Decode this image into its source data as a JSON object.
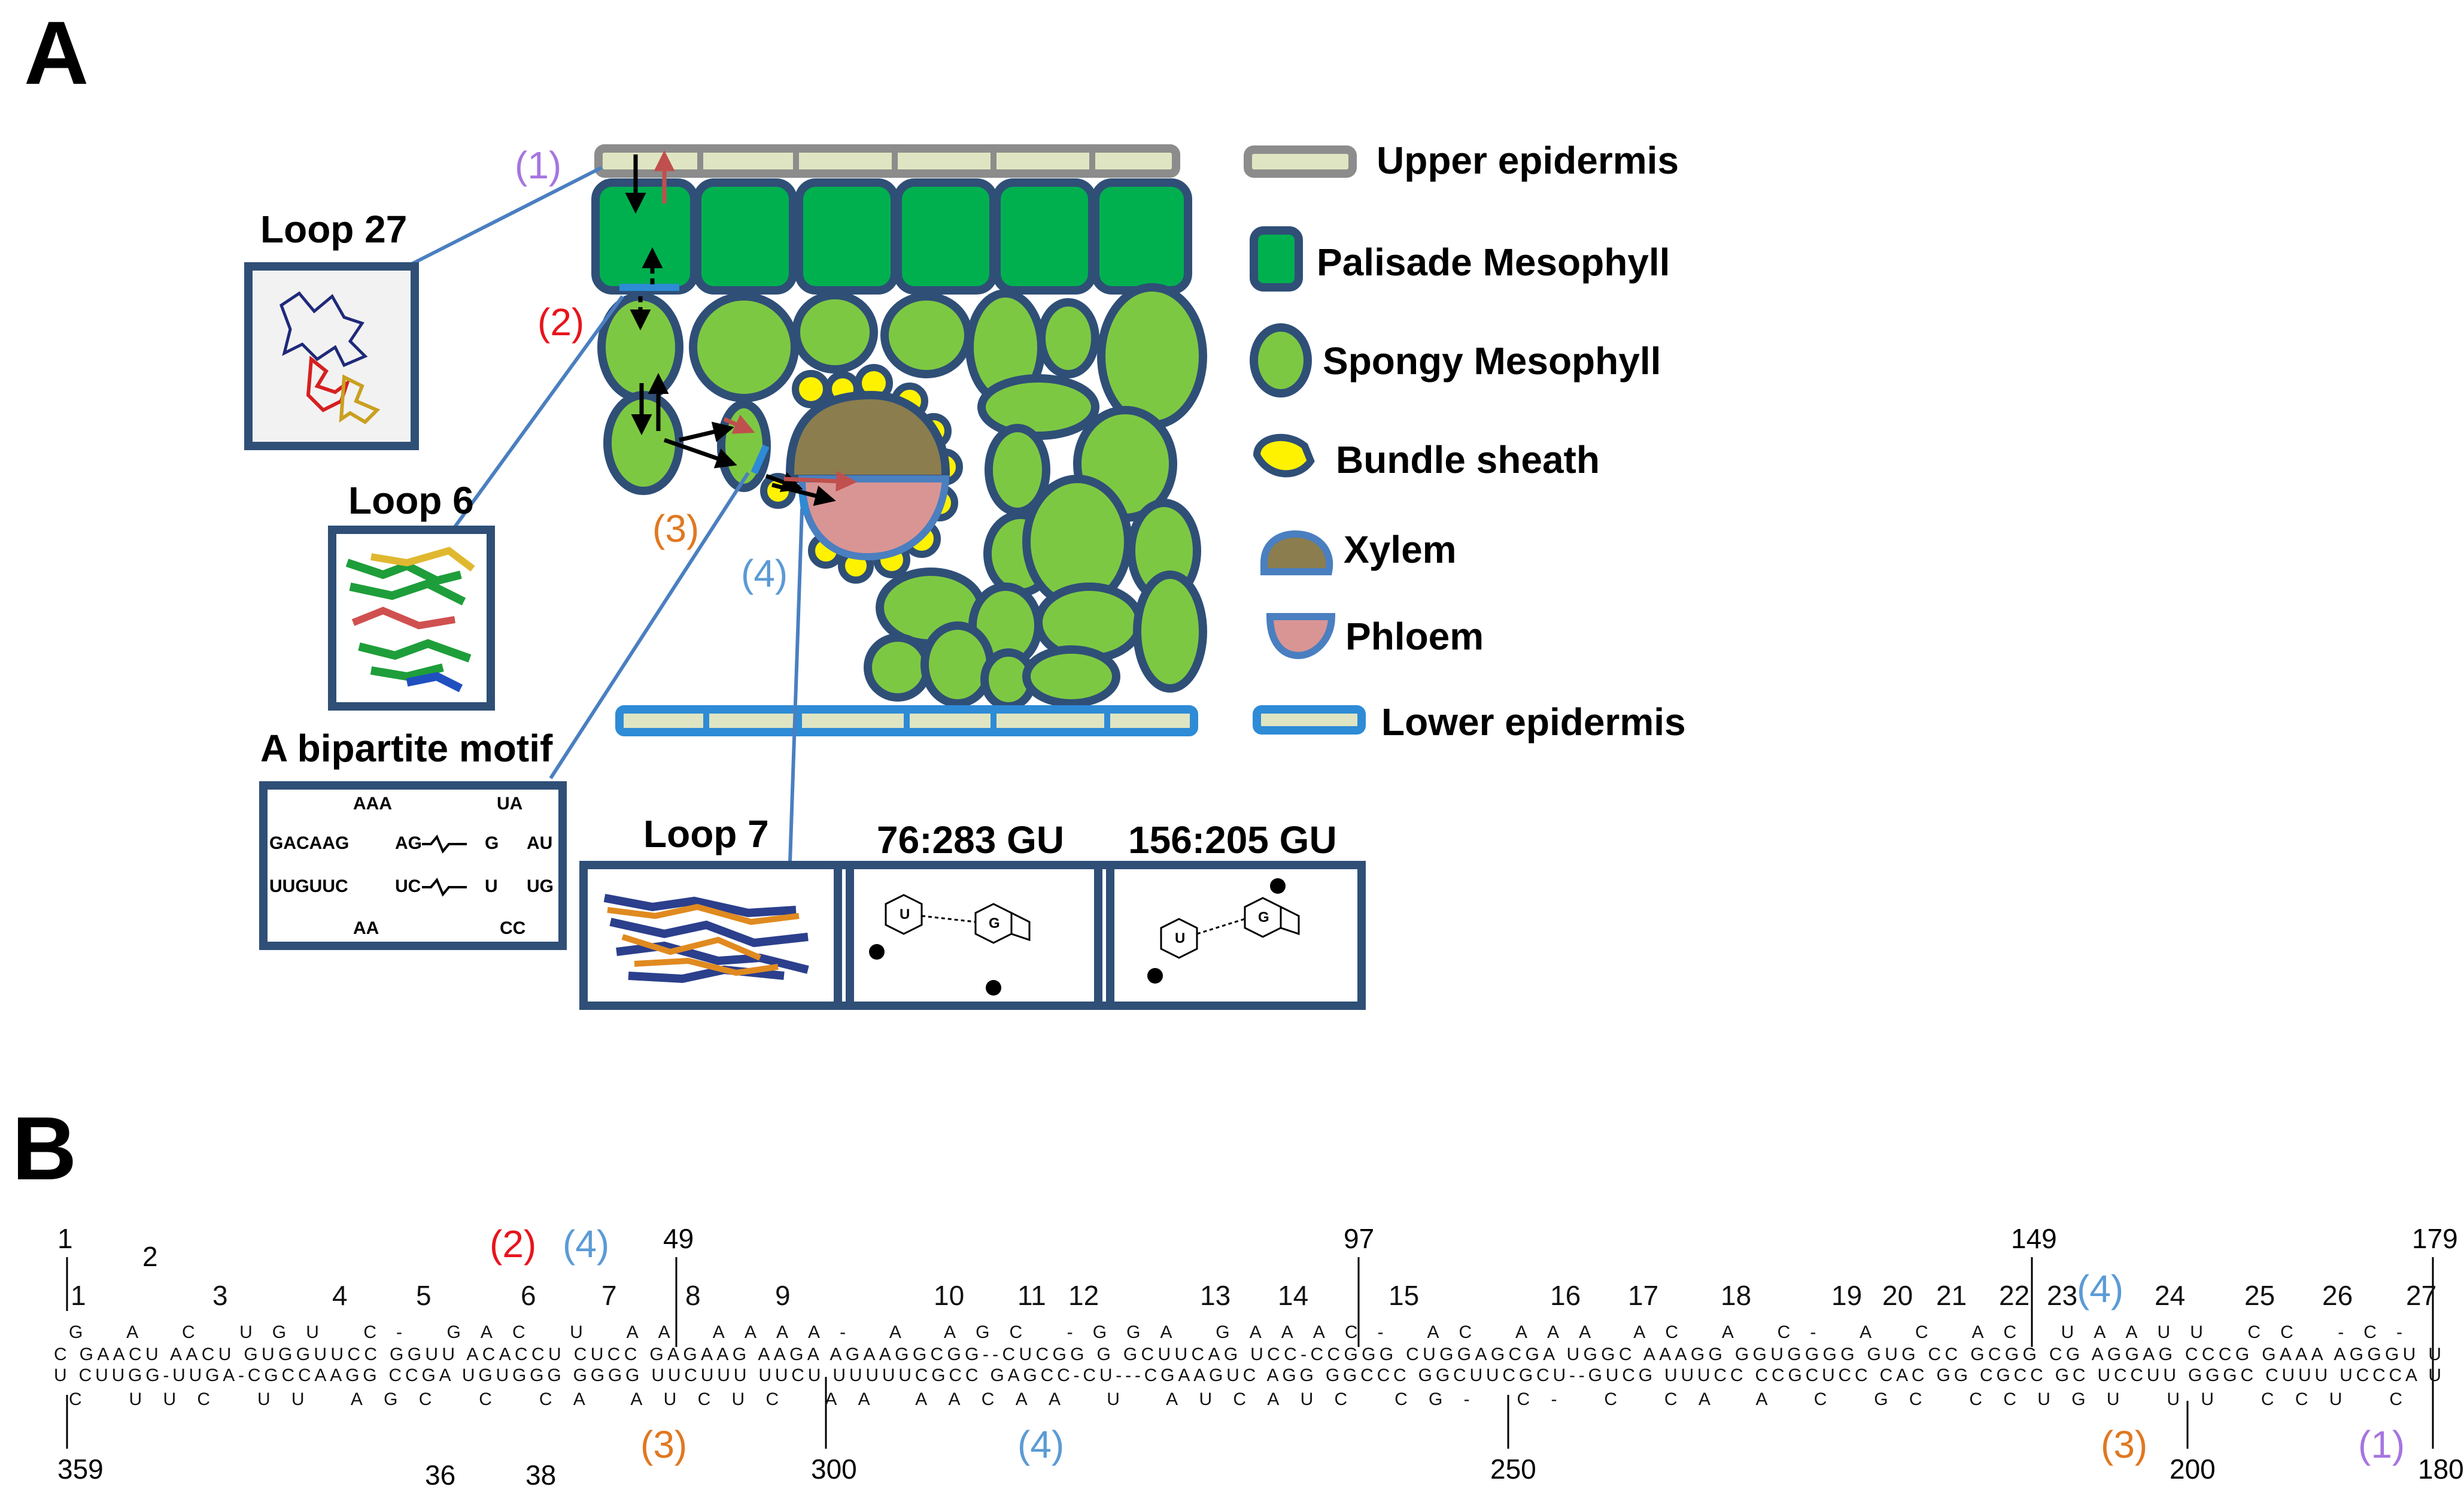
{
  "panels": {
    "a": "A",
    "b": "B"
  },
  "colors": {
    "epidermis_fill": "#dfe5c2",
    "epidermis_stroke": "#8c8c8c",
    "lower_stroke": "#2e8bd6",
    "palisade": "#00b04f",
    "spongy": "#7dc843",
    "cell_stroke": "#2f4f77",
    "bundle_sheath": "#fff200",
    "xylem": "#8b7d4e",
    "phloem": "#d99594",
    "red": "#e8141c",
    "purple": "#a675e0",
    "orange": "#e07820",
    "blue": "#5b9bd5"
  },
  "markers": {
    "m1": "(1)",
    "m2": "(2)",
    "m3": "(3)",
    "m4": "(4)"
  },
  "insets": {
    "loop27": "Loop 27",
    "loop6": "Loop 6",
    "bipartite": "A bipartite motif",
    "loop7": "Loop 7",
    "gu1": "76:283 GU",
    "gu2": "156:205 GU"
  },
  "legend": [
    {
      "label": "Upper epidermis",
      "icon": "upper-epidermis-swatch"
    },
    {
      "label": "Palisade Mesophyll",
      "icon": "palisade-swatch"
    },
    {
      "label": "Spongy Mesophyll",
      "icon": "spongy-swatch"
    },
    {
      "label": "Bundle sheath",
      "icon": "bundle-sheath-swatch"
    },
    {
      "label": "Xylem",
      "icon": "xylem-swatch"
    },
    {
      "label": "Phloem",
      "icon": "phloem-swatch"
    },
    {
      "label": "Lower epidermis",
      "icon": "lower-epidermis-swatch"
    }
  ],
  "motif": {
    "top": [
      "AAA",
      "UA"
    ],
    "row1": [
      "GACAAG",
      "AG",
      "G",
      "AU"
    ],
    "row2": [
      "UUGUUC",
      "UC",
      "U",
      "UG"
    ],
    "bottom": [
      "AA",
      "CC"
    ]
  },
  "base_letters": {
    "u": "U",
    "g": "G"
  },
  "sequence_map": {
    "top_numbers": [
      "1",
      "2",
      "49",
      "97",
      "149",
      "179"
    ],
    "bottom_numbers": [
      "359",
      "36",
      "38",
      "300",
      "250",
      "200",
      "180"
    ],
    "loop_numbers": [
      "1",
      "3",
      "4",
      "5",
      "6",
      "7",
      "8",
      "9",
      "10",
      "11",
      "12",
      "13",
      "14",
      "15",
      "16",
      "17",
      "18",
      "19",
      "20",
      "21",
      "22",
      "23",
      "24",
      "25",
      "26",
      "27"
    ],
    "row_top_loop": "G  A  C  UGU  C-  GAC  U  AA  AAAA-  A  AGC  -GGA  GAAAC-  AC  AAA  AC  A  C-  A  C  AC  UAAUU  CC  -C-",
    "row_top_strand": "C GAACU AACU GUGGUUCC  GGUU  ACACCU  CUCC GAGAAG  AAGA  AGAAGGCGG--CUCGG G GCUUCAG  UCC-CCGGG  CUGGAGCGA UGGC  AAAGG GGUGGGG GUG  CC GCGG CG  AGGAG  CCCG GAAA  AGGGU U",
    "row_bot_strand": "U CUUGG-UUGA-CGCCAAGG  CCGA  UGUGGG  GGGG UUCUUU  UUCU  UUUUUCGCC  GAGCC-CU---CGAAGUC  AGG GGCCC  GGCUUCGCU--GUCG  UUUCC  CCGCUCC CAC  GG CGCC GC  UCCUU  GGGC CUUU  UCCCA U",
    "row_bot_loop": "C  UUC  UU  AGC  C  CA  AUCUC  AA  AACAA  U  AUCAUC  CG-  C-  C  CA  A  C  GC  CCUGU  UU  CCU  C"
  },
  "sequence_marks": {
    "top": [
      {
        "t": "(2)",
        "c": "red"
      },
      {
        "t": "(4)",
        "c": "blue"
      },
      {
        "t": "(4)",
        "c": "blue"
      }
    ],
    "bottom": [
      {
        "t": "(3)",
        "c": "orange"
      },
      {
        "t": "(4)",
        "c": "blue"
      },
      {
        "t": "(3)",
        "c": "orange"
      },
      {
        "t": "(1)",
        "c": "purple"
      }
    ]
  }
}
